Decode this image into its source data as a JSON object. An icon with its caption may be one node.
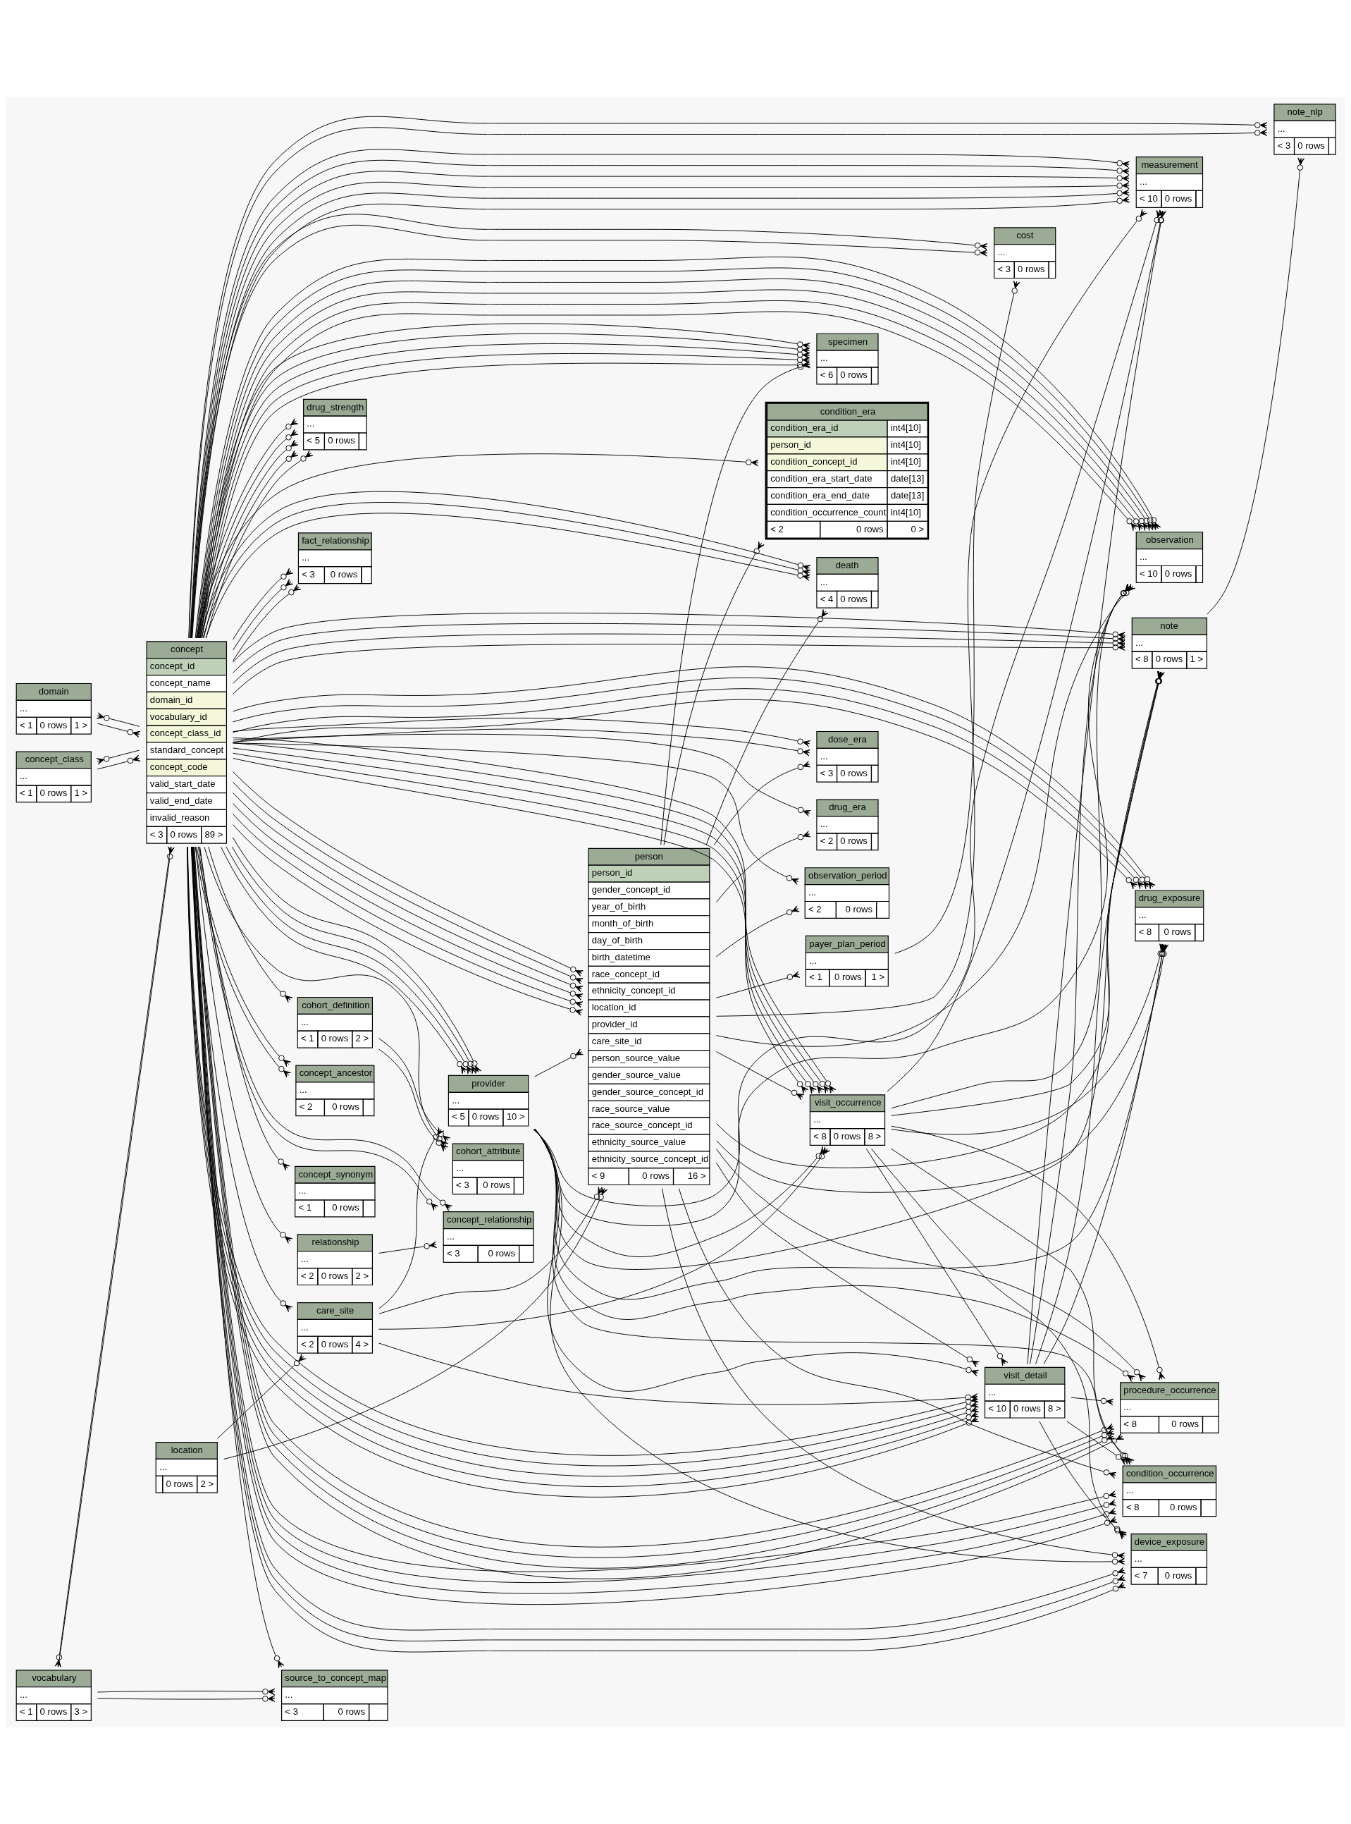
{
  "diagram": {
    "nodes": [
      {
        "text": [
          "note_nlp",
          "...",
          "< 3",
          "0 rows"
        ]
      },
      {
        "text": [
          "specimen",
          "...",
          "< 6",
          "0 rows"
        ]
      },
      {
        "text": [
          "condition_era",
          "condition_era_id",
          "int4[10]",
          "person_id",
          "int4[10]",
          "condition_concept_id",
          "int4[10]",
          "condition_era_start_date",
          "date[13]",
          "condition_era_end_date",
          "date[13]",
          "condition_occurrence_count",
          "int4[10]",
          "< 2",
          "0 rows",
          "0 >"
        ]
      },
      {
        "text": [
          "drug_exposure",
          "...",
          "< 8",
          "0 rows"
        ]
      },
      {
        "text": [
          "death",
          "...",
          "< 4",
          "0 rows"
        ]
      },
      {
        "text": [
          "dose_era",
          "...",
          "< 3",
          "0 rows"
        ]
      },
      {
        "text": [
          "person",
          "person_id",
          "gender_concept_id",
          "year_of_birth",
          "month_of_birth",
          "day_of_birth",
          "birth_datetime",
          "race_concept_id",
          "ethnicity_concept_id",
          "location_id",
          "provider_id",
          "care_site_id",
          "person_source_value",
          "gender_source_value",
          "gender_source_concept_id",
          "race_source_value",
          "race_source_concept_id",
          "ethnicity_source_value",
          "ethnicity_source_concept_id",
          "< 9",
          "0 rows",
          "16 >"
        ]
      },
      {
        "text": [
          "note",
          "...",
          "< 8",
          "0 rows",
          "1 >"
        ]
      },
      {
        "text": [
          "drug_era",
          "...",
          "< 2",
          "0 rows"
        ]
      },
      {
        "text": [
          "concept_ancestor",
          "...",
          "< 2",
          "0 rows"
        ]
      },
      {
        "text": [
          "observation_period",
          "...",
          "< 2",
          "0 rows"
        ]
      },
      {
        "text": [
          "location",
          "...",
          "0 rows",
          "2 >"
        ]
      },
      {
        "text": [
          "concept_synonym",
          "...",
          "< 1",
          "0 rows"
        ]
      },
      {
        "text": [
          "procedure_occurrence",
          "...",
          "< 8",
          "0 rows"
        ]
      },
      {
        "text": [
          "care_site",
          "...",
          "< 2",
          "0 rows",
          "4 >"
        ]
      },
      {
        "text": [
          "visit_occurrence",
          "...",
          "< 8",
          "0 rows",
          "8 >"
        ]
      },
      {
        "text": [
          "domain",
          "...",
          "< 1",
          "0 rows",
          "1 >"
        ]
      },
      {
        "text": [
          "concept",
          "concept_id",
          "concept_name",
          "domain_id",
          "vocabulary_id",
          "concept_class_id",
          "standard_concept",
          "concept_code",
          "valid_start_date",
          "valid_end_date",
          "invalid_reason",
          "< 3",
          "0 rows",
          "89 >"
        ]
      },
      {
        "text": [
          "provider",
          "...",
          "< 5",
          "0 rows",
          "10 >"
        ]
      },
      {
        "text": [
          "concept_class",
          "...",
          "< 1",
          "0 rows",
          "1 >"
        ]
      },
      {
        "text": [
          "cohort_definition",
          "...",
          "< 1",
          "0 rows",
          "2 >"
        ]
      },
      {
        "text": [
          "cohort_attribute",
          "...",
          "< 3",
          "0 rows"
        ]
      },
      {
        "text": [
          "concept_relationship",
          "...",
          "< 3",
          "0 rows"
        ]
      },
      {
        "text": [
          "relationship",
          "...",
          "< 2",
          "0 rows",
          "2 >"
        ]
      },
      {
        "text": [
          "visit_detail",
          "...",
          "< 10",
          "0 rows",
          "8 >"
        ]
      },
      {
        "text": [
          "condition_occurrence",
          "...",
          "< 8",
          "0 rows"
        ]
      },
      {
        "text": [
          "device_exposure",
          "...",
          "< 7",
          "0 rows"
        ]
      },
      {
        "text": [
          "vocabulary",
          "...",
          "< 1",
          "0 rows",
          "3 >"
        ]
      },
      {
        "text": [
          "payer_plan_period",
          "...",
          "< 1",
          "0 rows",
          "1 >"
        ]
      },
      {
        "text": [
          "drug_strength",
          "...",
          "< 5",
          "0 rows"
        ]
      },
      {
        "text": [
          "cost",
          "...",
          "< 3",
          "0 rows"
        ]
      },
      {
        "text": [
          "fact_relationship",
          "...",
          "< 3",
          "0 rows"
        ]
      },
      {
        "text": [
          "measurement",
          "...",
          "< 10",
          "0 rows"
        ]
      },
      {
        "text": [
          "observation",
          "...",
          "< 10",
          "0 rows"
        ]
      },
      {
        "text": [
          "source_to_concept_map",
          "...",
          "< 3",
          "0 rows"
        ]
      }
    ],
    "edges": [
      {
        "from": 7,
        "to": 0,
        "arrow": "other"
      },
      {
        "from": 17,
        "to": 0,
        "arrow": "other"
      },
      {
        "from": 17,
        "to": 0,
        "arrow": "other"
      },
      {
        "from": 6,
        "to": 1,
        "arrow": "other"
      },
      {
        "from": 17,
        "to": 1,
        "arrow": "other"
      },
      {
        "from": 17,
        "to": 1,
        "arrow": "other"
      },
      {
        "from": 17,
        "to": 1,
        "arrow": "other"
      },
      {
        "from": 17,
        "to": 1,
        "arrow": "other"
      },
      {
        "from": 17,
        "to": 1,
        "arrow": "other"
      },
      {
        "from": 6,
        "to": 2,
        "arrow": "other"
      },
      {
        "from": 17,
        "to": 2,
        "arrow": "other"
      },
      {
        "from": 6,
        "to": 3,
        "arrow": "other"
      },
      {
        "from": 17,
        "to": 3,
        "arrow": "other"
      },
      {
        "from": 17,
        "to": 3,
        "arrow": "other"
      },
      {
        "from": 17,
        "to": 3,
        "arrow": "other"
      },
      {
        "from": 17,
        "to": 3,
        "arrow": "other"
      },
      {
        "from": 18,
        "to": 3,
        "arrow": "other"
      },
      {
        "from": 15,
        "to": 3,
        "arrow": "other"
      },
      {
        "from": 24,
        "to": 3,
        "arrow": "other"
      },
      {
        "from": 6,
        "to": 4,
        "arrow": "other"
      },
      {
        "from": 17,
        "to": 4,
        "arrow": "other"
      },
      {
        "from": 17,
        "to": 4,
        "arrow": "other"
      },
      {
        "from": 17,
        "to": 4,
        "arrow": "other"
      },
      {
        "from": 6,
        "to": 5,
        "arrow": "other"
      },
      {
        "from": 17,
        "to": 5,
        "arrow": "other"
      },
      {
        "from": 17,
        "to": 5,
        "arrow": "other"
      },
      {
        "from": 17,
        "to": 6,
        "arrow": "other"
      },
      {
        "from": 17,
        "to": 6,
        "arrow": "other"
      },
      {
        "from": 17,
        "to": 6,
        "arrow": "other"
      },
      {
        "from": 11,
        "to": 6,
        "arrow": "other"
      },
      {
        "from": 18,
        "to": 6,
        "arrow": "other"
      },
      {
        "from": 14,
        "to": 6,
        "arrow": "other"
      },
      {
        "from": 17,
        "to": 6,
        "arrow": "other"
      },
      {
        "from": 17,
        "to": 6,
        "arrow": "other"
      },
      {
        "from": 17,
        "to": 6,
        "arrow": "other"
      },
      {
        "from": 6,
        "to": 7,
        "arrow": "other"
      },
      {
        "from": 17,
        "to": 7,
        "arrow": "other"
      },
      {
        "from": 17,
        "to": 7,
        "arrow": "other"
      },
      {
        "from": 17,
        "to": 7,
        "arrow": "other"
      },
      {
        "from": 17,
        "to": 7,
        "arrow": "other"
      },
      {
        "from": 18,
        "to": 7,
        "arrow": "other"
      },
      {
        "from": 15,
        "to": 7,
        "arrow": "other"
      },
      {
        "from": 24,
        "to": 7,
        "arrow": "other"
      },
      {
        "from": 6,
        "to": 8,
        "arrow": "other"
      },
      {
        "from": 17,
        "to": 8,
        "arrow": "other"
      },
      {
        "from": 17,
        "to": 9,
        "arrow": "other"
      },
      {
        "from": 17,
        "to": 9,
        "arrow": "other"
      },
      {
        "from": 6,
        "to": 10,
        "arrow": "other"
      },
      {
        "from": 17,
        "to": 10,
        "arrow": "other"
      },
      {
        "from": 17,
        "to": 12,
        "arrow": "other"
      },
      {
        "from": 6,
        "to": 13,
        "arrow": "other"
      },
      {
        "from": 17,
        "to": 13,
        "arrow": "other"
      },
      {
        "from": 17,
        "to": 13,
        "arrow": "other"
      },
      {
        "from": 17,
        "to": 13,
        "arrow": "other"
      },
      {
        "from": 17,
        "to": 13,
        "arrow": "other"
      },
      {
        "from": 18,
        "to": 13,
        "arrow": "other"
      },
      {
        "from": 15,
        "to": 13,
        "arrow": "other"
      },
      {
        "from": 24,
        "to": 13,
        "arrow": "other"
      },
      {
        "from": 17,
        "to": 14,
        "arrow": "other"
      },
      {
        "from": 11,
        "to": 14,
        "arrow": "other"
      },
      {
        "from": 6,
        "to": 15,
        "arrow": "other"
      },
      {
        "from": 17,
        "to": 15,
        "arrow": "other"
      },
      {
        "from": 17,
        "to": 15,
        "arrow": "other"
      },
      {
        "from": 17,
        "to": 15,
        "arrow": "other"
      },
      {
        "from": 17,
        "to": 15,
        "arrow": "other"
      },
      {
        "from": 17,
        "to": 15,
        "arrow": "other"
      },
      {
        "from": 18,
        "to": 15,
        "arrow": "other"
      },
      {
        "from": 14,
        "to": 15,
        "arrow": "other"
      },
      {
        "from": 17,
        "to": 16,
        "arrow": "other"
      },
      {
        "from": 16,
        "to": 17,
        "arrow": "other"
      },
      {
        "from": 27,
        "to": 17,
        "arrow": "other"
      },
      {
        "from": 19,
        "to": 17,
        "arrow": "other"
      },
      {
        "from": 17,
        "to": 18,
        "arrow": "other"
      },
      {
        "from": 17,
        "to": 18,
        "arrow": "other"
      },
      {
        "from": 17,
        "to": 18,
        "arrow": "other"
      },
      {
        "from": 17,
        "to": 18,
        "arrow": "other"
      },
      {
        "from": 14,
        "to": 18,
        "arrow": "other"
      },
      {
        "from": 17,
        "to": 19,
        "arrow": "other"
      },
      {
        "from": 17,
        "to": 20,
        "arrow": "other"
      },
      {
        "from": 20,
        "to": 21,
        "arrow": "other"
      },
      {
        "from": 20,
        "to": 21,
        "arrow": "other"
      },
      {
        "from": 17,
        "to": 21,
        "arrow": "other"
      },
      {
        "from": 17,
        "to": 22,
        "arrow": "other"
      },
      {
        "from": 17,
        "to": 22,
        "arrow": "other"
      },
      {
        "from": 23,
        "to": 22,
        "arrow": "other"
      },
      {
        "from": 17,
        "to": 23,
        "arrow": "other"
      },
      {
        "from": 6,
        "to": 24,
        "arrow": "other"
      },
      {
        "from": 17,
        "to": 24,
        "arrow": "other"
      },
      {
        "from": 17,
        "to": 24,
        "arrow": "other"
      },
      {
        "from": 17,
        "to": 24,
        "arrow": "other"
      },
      {
        "from": 17,
        "to": 24,
        "arrow": "other"
      },
      {
        "from": 17,
        "to": 24,
        "arrow": "other"
      },
      {
        "from": 18,
        "to": 24,
        "arrow": "other"
      },
      {
        "from": 14,
        "to": 24,
        "arrow": "other"
      },
      {
        "from": 15,
        "to": 24,
        "arrow": "other"
      },
      {
        "from": 6,
        "to": 25,
        "arrow": "other"
      },
      {
        "from": 17,
        "to": 25,
        "arrow": "other"
      },
      {
        "from": 17,
        "to": 25,
        "arrow": "other"
      },
      {
        "from": 17,
        "to": 25,
        "arrow": "other"
      },
      {
        "from": 17,
        "to": 25,
        "arrow": "other"
      },
      {
        "from": 18,
        "to": 25,
        "arrow": "other"
      },
      {
        "from": 15,
        "to": 25,
        "arrow": "other"
      },
      {
        "from": 24,
        "to": 25,
        "arrow": "other"
      },
      {
        "from": 6,
        "to": 26,
        "arrow": "other"
      },
      {
        "from": 17,
        "to": 26,
        "arrow": "other"
      },
      {
        "from": 17,
        "to": 26,
        "arrow": "other"
      },
      {
        "from": 17,
        "to": 26,
        "arrow": "other"
      },
      {
        "from": 18,
        "to": 26,
        "arrow": "other"
      },
      {
        "from": 15,
        "to": 26,
        "arrow": "other"
      },
      {
        "from": 24,
        "to": 26,
        "arrow": "other"
      },
      {
        "from": 17,
        "to": 27,
        "arrow": "other"
      },
      {
        "from": 6,
        "to": 28,
        "arrow": "other"
      },
      {
        "from": 17,
        "to": 29,
        "arrow": "other"
      },
      {
        "from": 17,
        "to": 29,
        "arrow": "other"
      },
      {
        "from": 17,
        "to": 29,
        "arrow": "other"
      },
      {
        "from": 17,
        "to": 29,
        "arrow": "other"
      },
      {
        "from": 17,
        "to": 29,
        "arrow": "other"
      },
      {
        "from": 17,
        "to": 30,
        "arrow": "other"
      },
      {
        "from": 17,
        "to": 30,
        "arrow": "other"
      },
      {
        "from": 28,
        "to": 30,
        "arrow": "other"
      },
      {
        "from": 17,
        "to": 31,
        "arrow": "other"
      },
      {
        "from": 17,
        "to": 31,
        "arrow": "other"
      },
      {
        "from": 17,
        "to": 31,
        "arrow": "other"
      },
      {
        "from": 6,
        "to": 32,
        "arrow": "other"
      },
      {
        "from": 17,
        "to": 32,
        "arrow": "other"
      },
      {
        "from": 17,
        "to": 32,
        "arrow": "other"
      },
      {
        "from": 17,
        "to": 32,
        "arrow": "other"
      },
      {
        "from": 17,
        "to": 32,
        "arrow": "other"
      },
      {
        "from": 17,
        "to": 32,
        "arrow": "other"
      },
      {
        "from": 17,
        "to": 32,
        "arrow": "other"
      },
      {
        "from": 18,
        "to": 32,
        "arrow": "other"
      },
      {
        "from": 15,
        "to": 32,
        "arrow": "other"
      },
      {
        "from": 24,
        "to": 32,
        "arrow": "other"
      },
      {
        "from": 6,
        "to": 33,
        "arrow": "other"
      },
      {
        "from": 17,
        "to": 33,
        "arrow": "other"
      },
      {
        "from": 17,
        "to": 33,
        "arrow": "other"
      },
      {
        "from": 17,
        "to": 33,
        "arrow": "other"
      },
      {
        "from": 17,
        "to": 33,
        "arrow": "other"
      },
      {
        "from": 17,
        "to": 33,
        "arrow": "other"
      },
      {
        "from": 17,
        "to": 33,
        "arrow": "other"
      },
      {
        "from": 18,
        "to": 33,
        "arrow": "other"
      },
      {
        "from": 15,
        "to": 33,
        "arrow": "other"
      },
      {
        "from": 24,
        "to": 33,
        "arrow": "other"
      },
      {
        "from": 27,
        "to": 34,
        "arrow": "other"
      },
      {
        "from": 27,
        "to": 34,
        "arrow": "other"
      },
      {
        "from": 17,
        "to": 34,
        "arrow": "other"
      }
    ]
  }
}
